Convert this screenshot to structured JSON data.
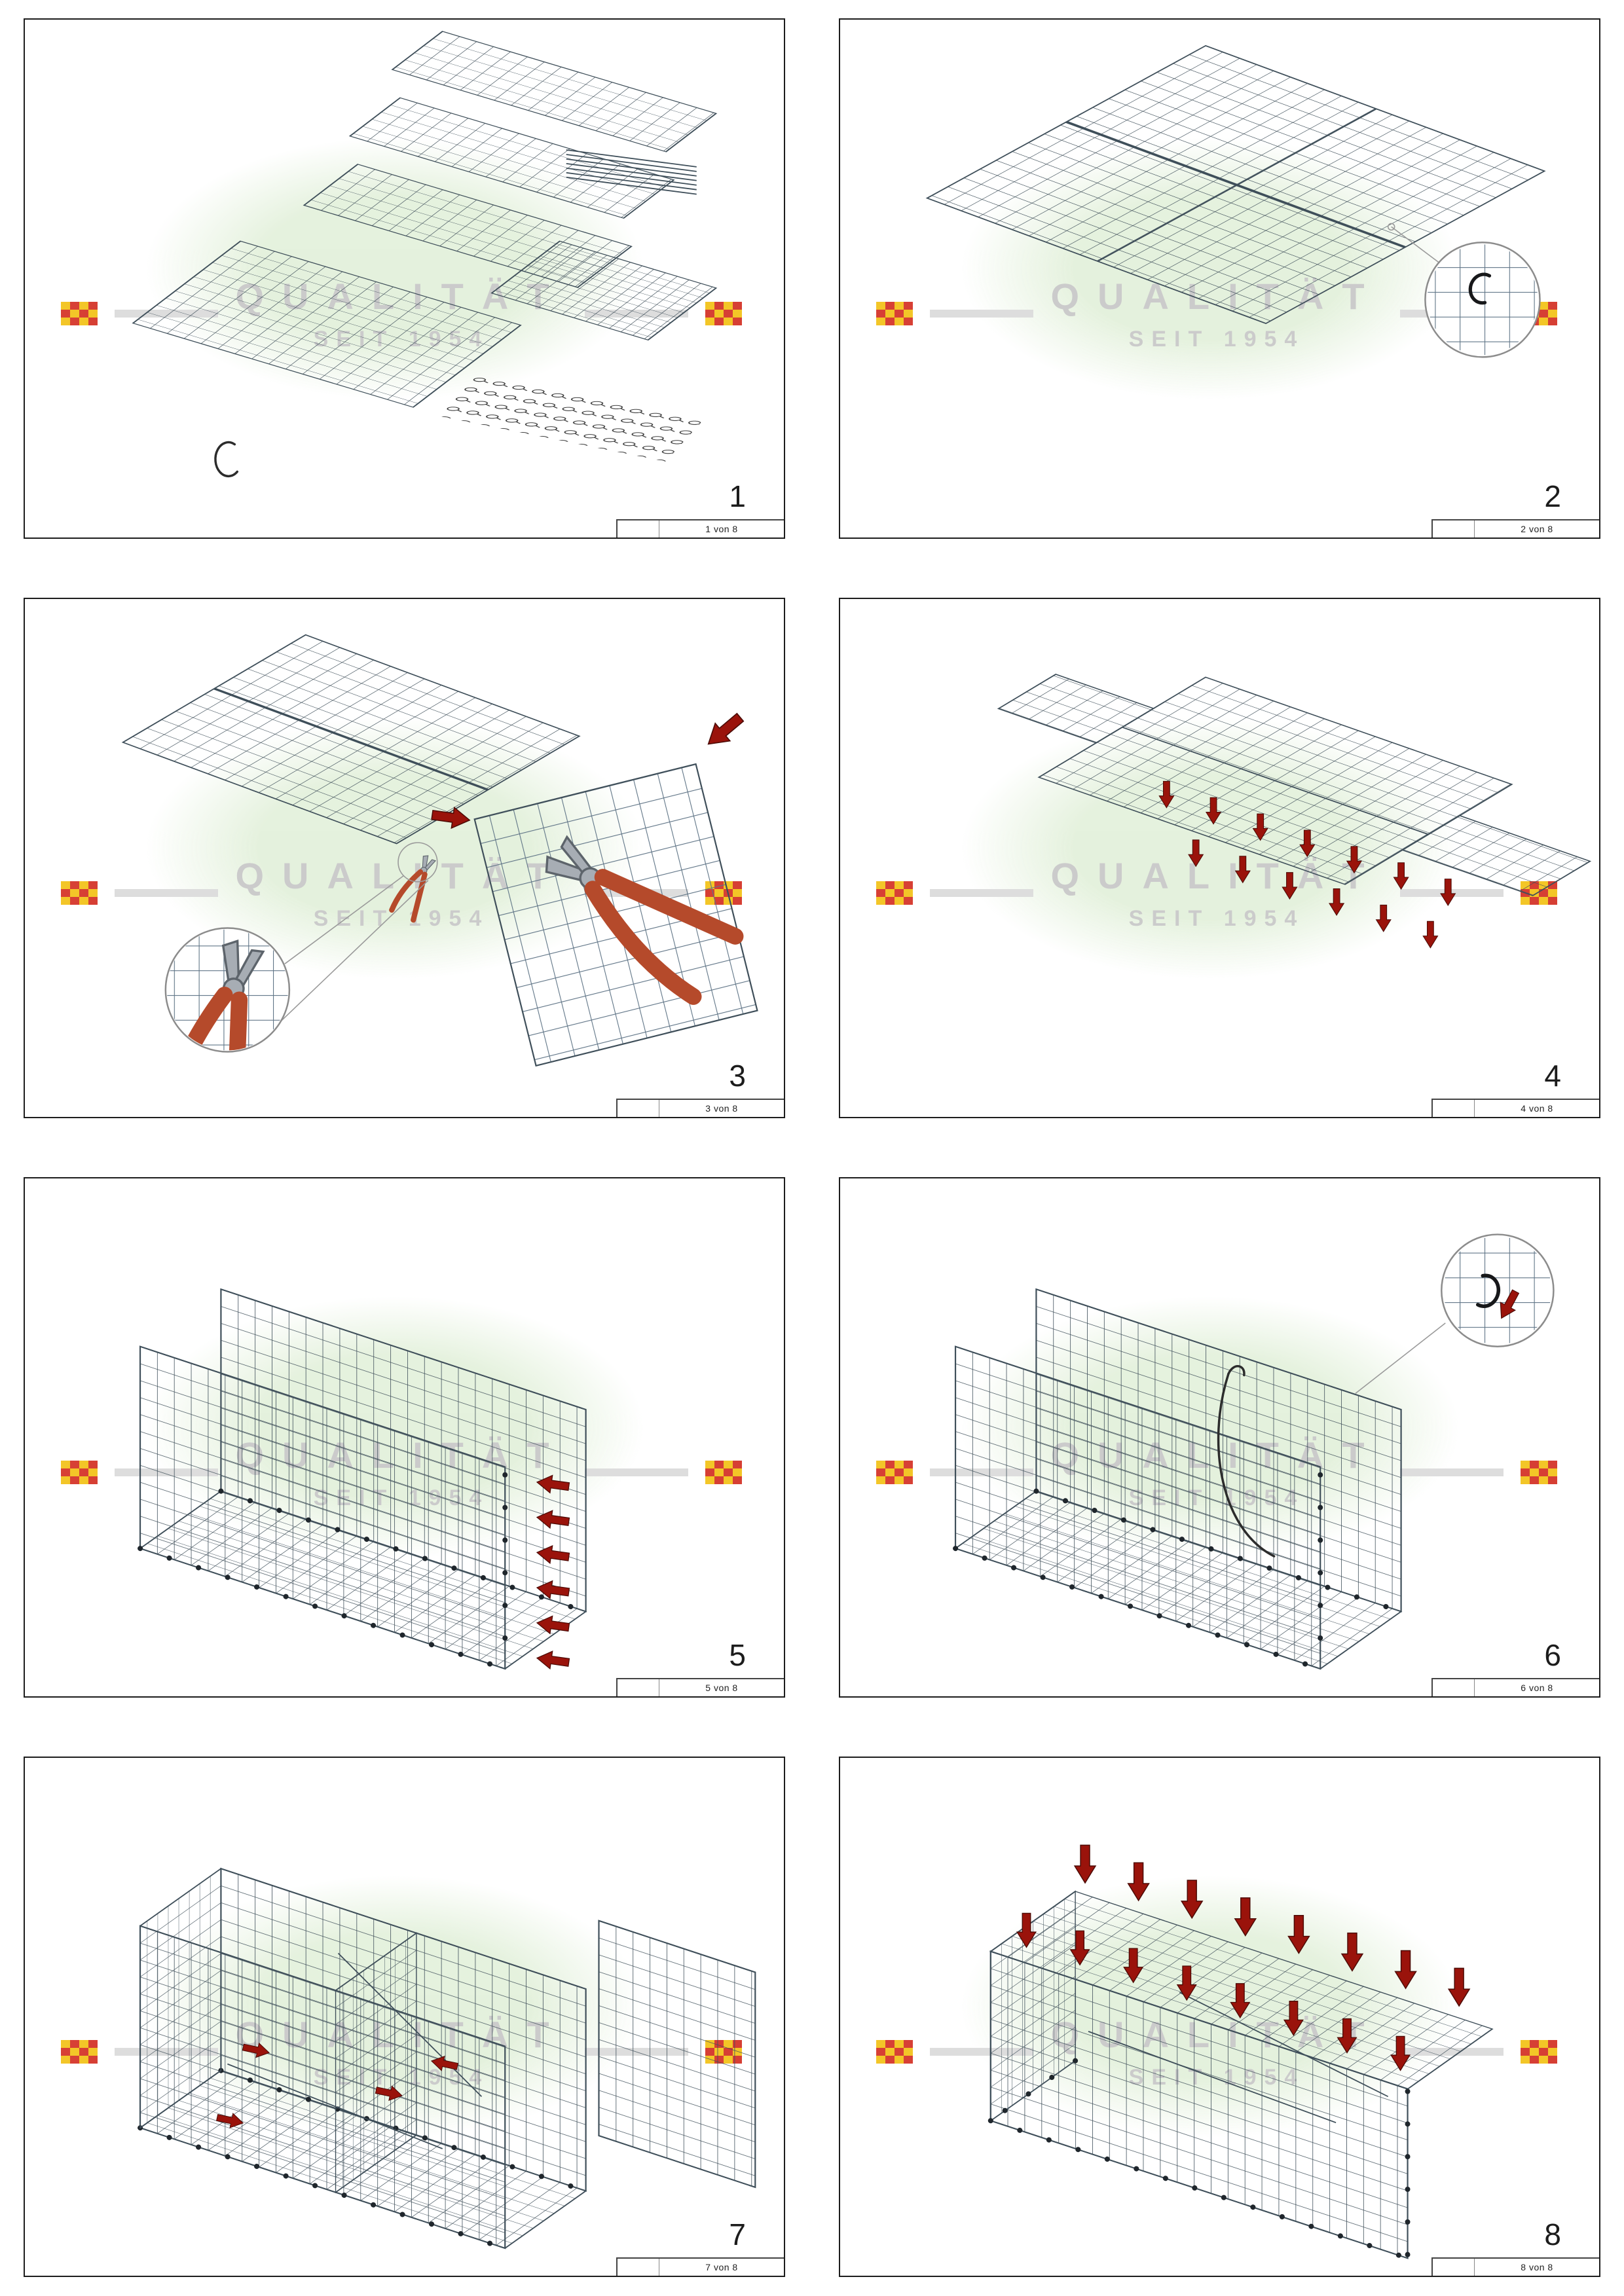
{
  "watermark": {
    "line1": "QUALITÄT",
    "line2": "SEIT 1954"
  },
  "colors": {
    "mesh": "#3f4f5a",
    "mesh_light": "#5f7486",
    "arrow_red": "#9a130b",
    "plier_handle": "#b54a2b",
    "plier_metal": "#a7adb4",
    "watermark_green": "#e2f0da",
    "watermark_text": "#c6c6c6",
    "logo_red": "#d22b1f",
    "logo_yellow": "#f2c010",
    "panel_border": "#1d1d1d"
  },
  "panels": [
    {
      "number": "1",
      "sheet_label": "1 von 8",
      "illustration": "flat-mesh-panels-rods-and-spiral-clips"
    },
    {
      "number": "2",
      "sheet_label": "2 von 8",
      "illustration": "large-mesh-panel-with-clip-detail-magnifier"
    },
    {
      "number": "3",
      "sheet_label": "3 von 8",
      "illustration": "cutting-mesh-panel-with-pliers"
    },
    {
      "number": "4",
      "sheet_label": "4 von 8",
      "illustration": "mesh-panel-with-fold-arrows"
    },
    {
      "number": "5",
      "sheet_label": "5 von 8",
      "illustration": "u-shaped-basket-with-attachment-arrows"
    },
    {
      "number": "6",
      "sheet_label": "6 von 8",
      "illustration": "basket-with-spiral-wire-and-hook-detail-magnifier"
    },
    {
      "number": "7",
      "sheet_label": "7 von 8",
      "illustration": "basket-with-divider-and-direction-arrows"
    },
    {
      "number": "8",
      "sheet_label": "8 von 8",
      "illustration": "closed-gabion-basket-with-press-down-arrows"
    }
  ]
}
